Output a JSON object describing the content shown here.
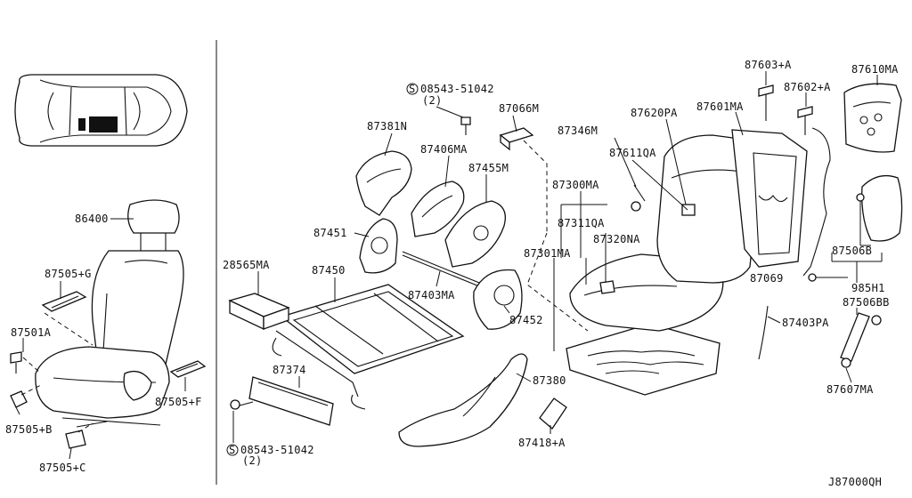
{
  "diagram_code": "J87000QH",
  "screws": [
    {
      "symbol": "S",
      "code": "08543-51042",
      "qty": "(2)"
    },
    {
      "symbol": "S",
      "code": "08543-51042",
      "qty": "(2)"
    }
  ],
  "labels": {
    "p86400": "86400",
    "p87505G": "87505+G",
    "p87501A": "87501A",
    "p87505B": "87505+B",
    "p87505C": "87505+C",
    "p87505F": "87505+F",
    "p87381N": "87381N",
    "p87066M": "87066M",
    "p87406MA": "87406MA",
    "p87455M": "87455M",
    "p87451": "87451",
    "p28565MA": "28565MA",
    "p87450": "87450",
    "p87403MA": "87403MA",
    "p87452": "87452",
    "p87374": "87374",
    "p87380": "87380",
    "p87418A": "87418+A",
    "p87346M": "87346M",
    "p87620PA": "87620PA",
    "p87601MA": "87601MA",
    "p87611QA": "87611QA",
    "p87300MA": "87300MA",
    "p87311QA": "87311QA",
    "p87320NA": "87320NA",
    "p87301MA": "87301MA",
    "p87603A": "87603+A",
    "p87602A": "87602+A",
    "p87610MA": "87610MA",
    "p87506B": "87506B",
    "p87069": "87069",
    "p985H1": "985H1",
    "p87506BB": "87506BB",
    "p87403PA": "87403PA",
    "p87607MA": "87607MA"
  }
}
